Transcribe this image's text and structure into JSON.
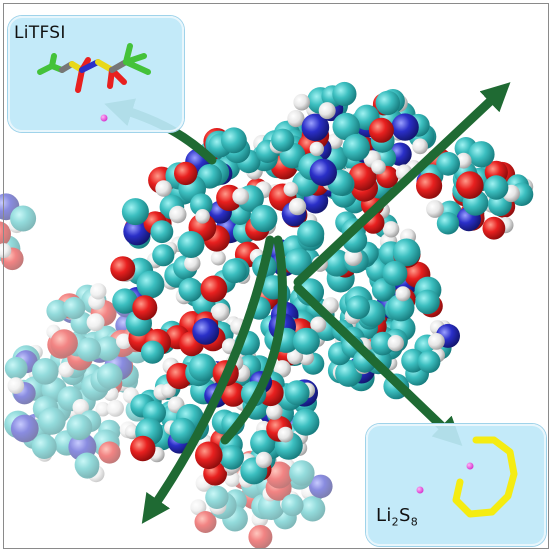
{
  "labels": {
    "litfsi": "LiTFSI",
    "li2s8_main": "Li",
    "li2s8_sub": "2",
    "li2s8_rest": "S",
    "li2s8_sub2": "8"
  },
  "colors": {
    "carbon": "#3cbfc0",
    "oxygen": "#e8201f",
    "nitrogen": "#2a2fc8",
    "hydrogen": "#eeeeee",
    "sulfur": "#f2ee1a",
    "fluorine": "#44c23a",
    "lithium": "#e23ed8",
    "arrow": "#1f6a33",
    "box_fill": "#bde6f6"
  }
}
